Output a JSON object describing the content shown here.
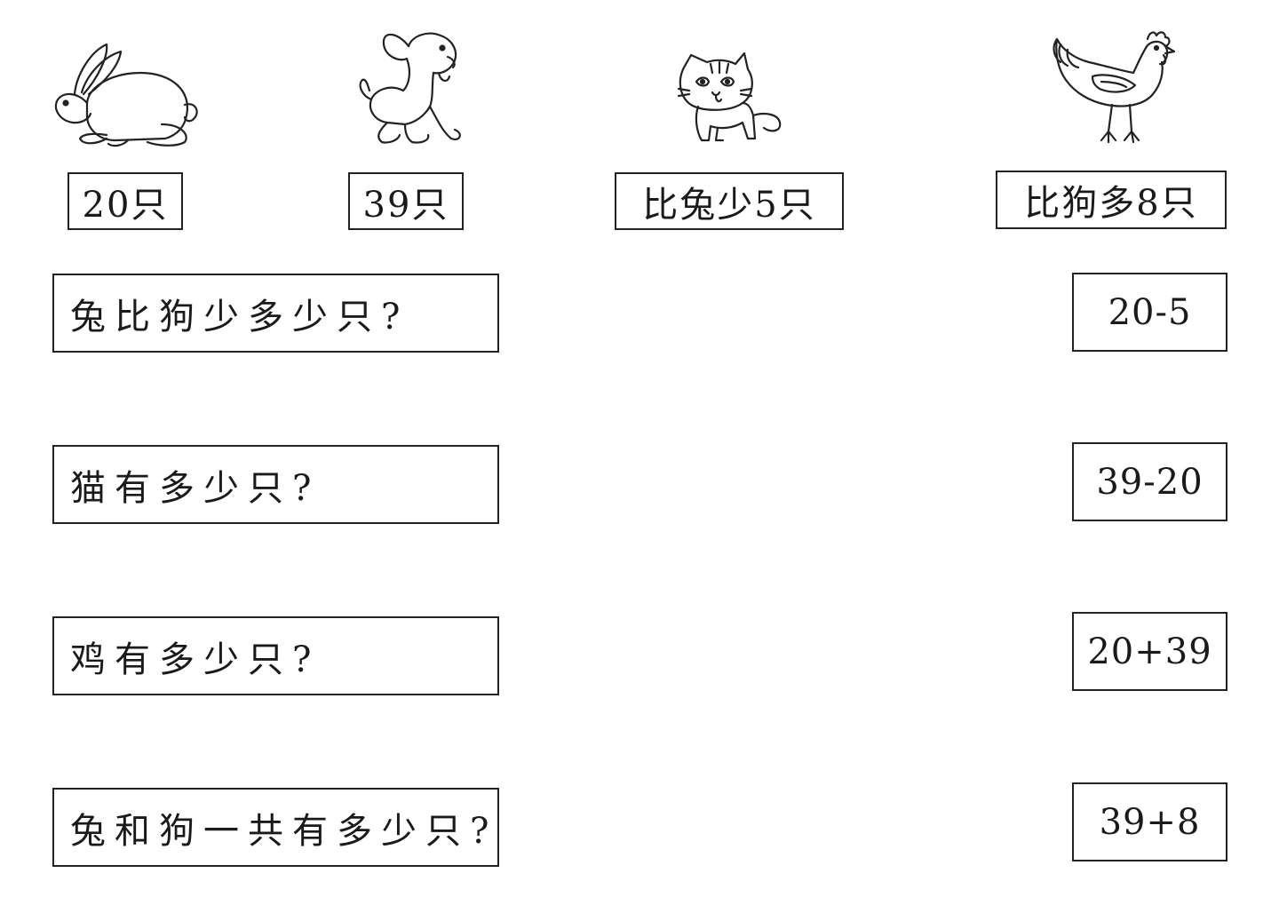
{
  "animals": [
    {
      "name": "rabbit",
      "icon": "rabbit-icon",
      "label": "20只"
    },
    {
      "name": "dog",
      "icon": "dog-icon",
      "label": "39只"
    },
    {
      "name": "cat",
      "icon": "cat-icon",
      "label": "比兔少5只"
    },
    {
      "name": "chicken",
      "icon": "chicken-icon",
      "label": "比狗多8只"
    }
  ],
  "questions": [
    "兔比狗少多少只?",
    "猫有多少只?",
    "鸡有多少只?",
    "兔和狗一共有多少只?"
  ],
  "expressions": [
    "20-5",
    "39-20",
    "20+39",
    "39+8"
  ]
}
